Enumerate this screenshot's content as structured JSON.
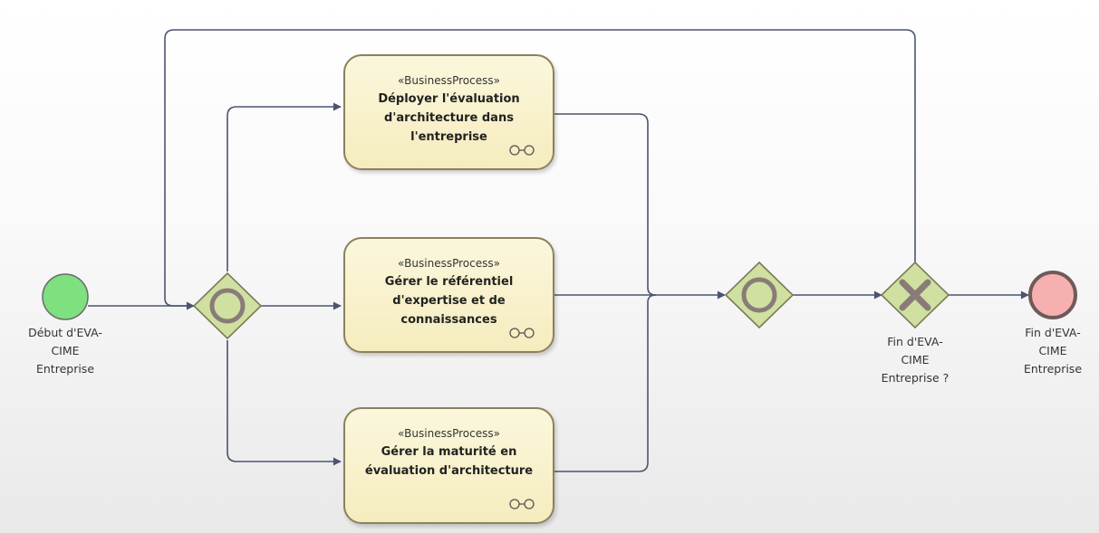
{
  "start_event": {
    "label": [
      "Début d'EVA-",
      "CIME",
      "Entreprise"
    ],
    "color": "#7ee07e"
  },
  "end_event": {
    "label": [
      "Fin d'EVA-",
      "CIME",
      "Entreprise"
    ],
    "color": "#f7b0b0"
  },
  "processes": [
    {
      "stereotype": "«BusinessProcess»",
      "name": [
        "Déployer l'évaluation",
        "d'architecture dans",
        "l'entreprise"
      ]
    },
    {
      "stereotype": "«BusinessProcess»",
      "name": [
        "Gérer le référentiel",
        "d'expertise et de",
        "connaissances"
      ]
    },
    {
      "stereotype": "«BusinessProcess»",
      "name": [
        "Gérer la maturité en",
        "évaluation d'architecture"
      ]
    }
  ],
  "gateways": {
    "fork": {
      "type": "inclusive"
    },
    "join": {
      "type": "inclusive"
    },
    "decision": {
      "type": "exclusive",
      "label": [
        "Fin d'EVA-",
        "CIME",
        "Entreprise ?"
      ]
    }
  },
  "colors": {
    "gateway_fill": "#cfe0a0",
    "gateway_stroke": "#7a7a5a",
    "process_fill": "#f7efc8",
    "connector": "#4b5470"
  }
}
